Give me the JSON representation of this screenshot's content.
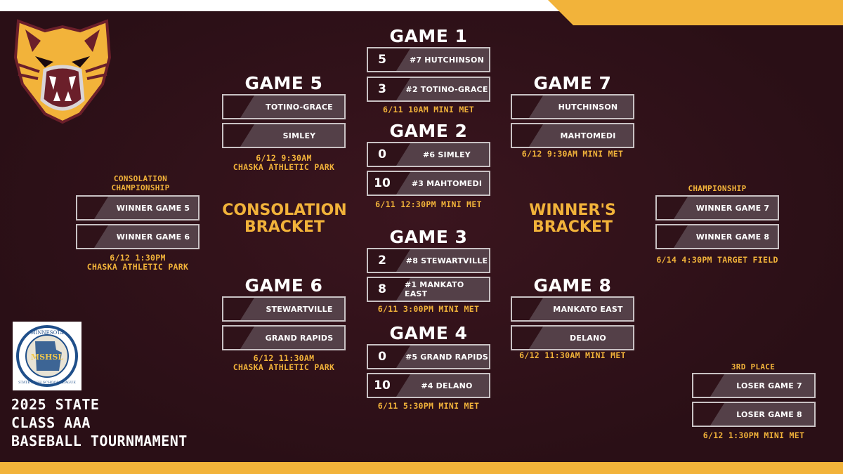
{
  "header": {
    "brand_color": "#f2b33a",
    "background_color": "#2f1219"
  },
  "logo": {
    "icon": "tiger-head-icon"
  },
  "seal": {
    "icon": "mshsl-seal-icon",
    "text_top": "MINNESOTA",
    "text_center": "MSHSL",
    "text_bottom": "STATE HIGH SCHOOL LEAGUE"
  },
  "tournament_title": [
    "2025 STATE",
    "CLASS AAA",
    "BASEBALL TOURNMAMENT"
  ],
  "bracket_labels": {
    "consolation": [
      "CONSOLATION",
      "BRACKET"
    ],
    "winners": [
      "WINNER'S",
      "BRACKET"
    ]
  },
  "games": {
    "game1": {
      "title": "GAME 1",
      "teams": [
        {
          "score": "5",
          "name": "#7 HUTCHINSON"
        },
        {
          "score": "3",
          "name": "#2 TOTINO-GRACE"
        }
      ],
      "info": [
        "6/11 10AM MINI MET"
      ]
    },
    "game2": {
      "title": "GAME 2",
      "teams": [
        {
          "score": "0",
          "name": "#6 SIMLEY"
        },
        {
          "score": "10",
          "name": "#3 MAHTOMEDI"
        }
      ],
      "info": [
        "6/11 12:30PM MINI MET"
      ]
    },
    "game3": {
      "title": "GAME 3",
      "teams": [
        {
          "score": "2",
          "name": "#8 STEWARTVILLE"
        },
        {
          "score": "8",
          "name": "#1 MANKATO EAST"
        }
      ],
      "info": [
        "6/11 3:00PM MINI MET"
      ]
    },
    "game4": {
      "title": "GAME 4",
      "teams": [
        {
          "score": "0",
          "name": "#5 GRAND RAPIDS"
        },
        {
          "score": "10",
          "name": "#4 DELANO"
        }
      ],
      "info": [
        "6/11 5:30PM MINI MET"
      ]
    },
    "game5": {
      "title": "GAME 5",
      "teams": [
        "TOTINO-GRACE",
        "SIMLEY"
      ],
      "info": [
        "6/12 9:30AM",
        "CHASKA ATHLETIC PARK"
      ]
    },
    "game6": {
      "title": "GAME 6",
      "teams": [
        "STEWARTVILLE",
        "GRAND RAPIDS"
      ],
      "info": [
        "6/12 11:30AM",
        "CHASKA ATHLETIC PARK"
      ]
    },
    "game7": {
      "title": "GAME 7",
      "teams": [
        "HUTCHINSON",
        "MAHTOMEDI"
      ],
      "info": [
        "6/12 9:30AM MINI MET"
      ]
    },
    "game8": {
      "title": "GAME 8",
      "teams": [
        "MANKATO EAST",
        "DELANO"
      ],
      "info": [
        "6/12 11:30AM MINI MET"
      ]
    },
    "consolation_championship": {
      "title": [
        "CONSOLATION",
        "CHAMPIONSHIP"
      ],
      "teams": [
        "WINNER GAME 5",
        "WINNER GAME 6"
      ],
      "info": [
        "6/12 1:30PM",
        "CHASKA ATHLETIC PARK"
      ]
    },
    "championship": {
      "title": "CHAMPIONSHIP",
      "teams": [
        "WINNER GAME 7",
        "WINNER GAME 8"
      ],
      "info": [
        "6/14 4:30PM TARGET FIELD"
      ]
    },
    "third_place": {
      "title": "3RD PLACE",
      "teams": [
        "LOSER GAME 7",
        "LOSER GAME 8"
      ],
      "info": [
        "6/12 1:30PM MINI MET"
      ]
    }
  }
}
